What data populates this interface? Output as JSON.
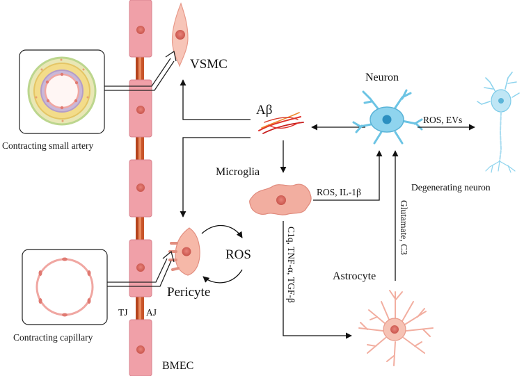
{
  "labels": {
    "vsmc": "VSMC",
    "abeta": "Aβ",
    "neuron": "Neuron",
    "microglia": "Microglia",
    "ros_il1b": "ROS, IL-1β",
    "ros_evs": "ROS, EVs",
    "degenerating_neuron": "Degenerating neuron",
    "ros": "ROS",
    "pericyte": "Pericyte",
    "astrocyte": "Astrocyte",
    "glutamate_c3": "Glutamate, C3",
    "c1q_tnf_tgf": "C1q, TNF-α, TGF-β",
    "contracting_small_artery": "Contracting small artery",
    "contracting_capillary": "Contracting capillary",
    "tj": "TJ",
    "aj": "AJ",
    "bmec": "BMEC"
  },
  "colors": {
    "endothelial_fill": "#f0a0a8",
    "endothelial_stroke": "#d98490",
    "junction": "#b5441e",
    "neuron": "#6cc4e4",
    "glia": "#f2aea0",
    "fibril": "#e0302a",
    "vessel_yellow": "#f3dc8a",
    "vessel_lilac": "#c9b8d8"
  }
}
